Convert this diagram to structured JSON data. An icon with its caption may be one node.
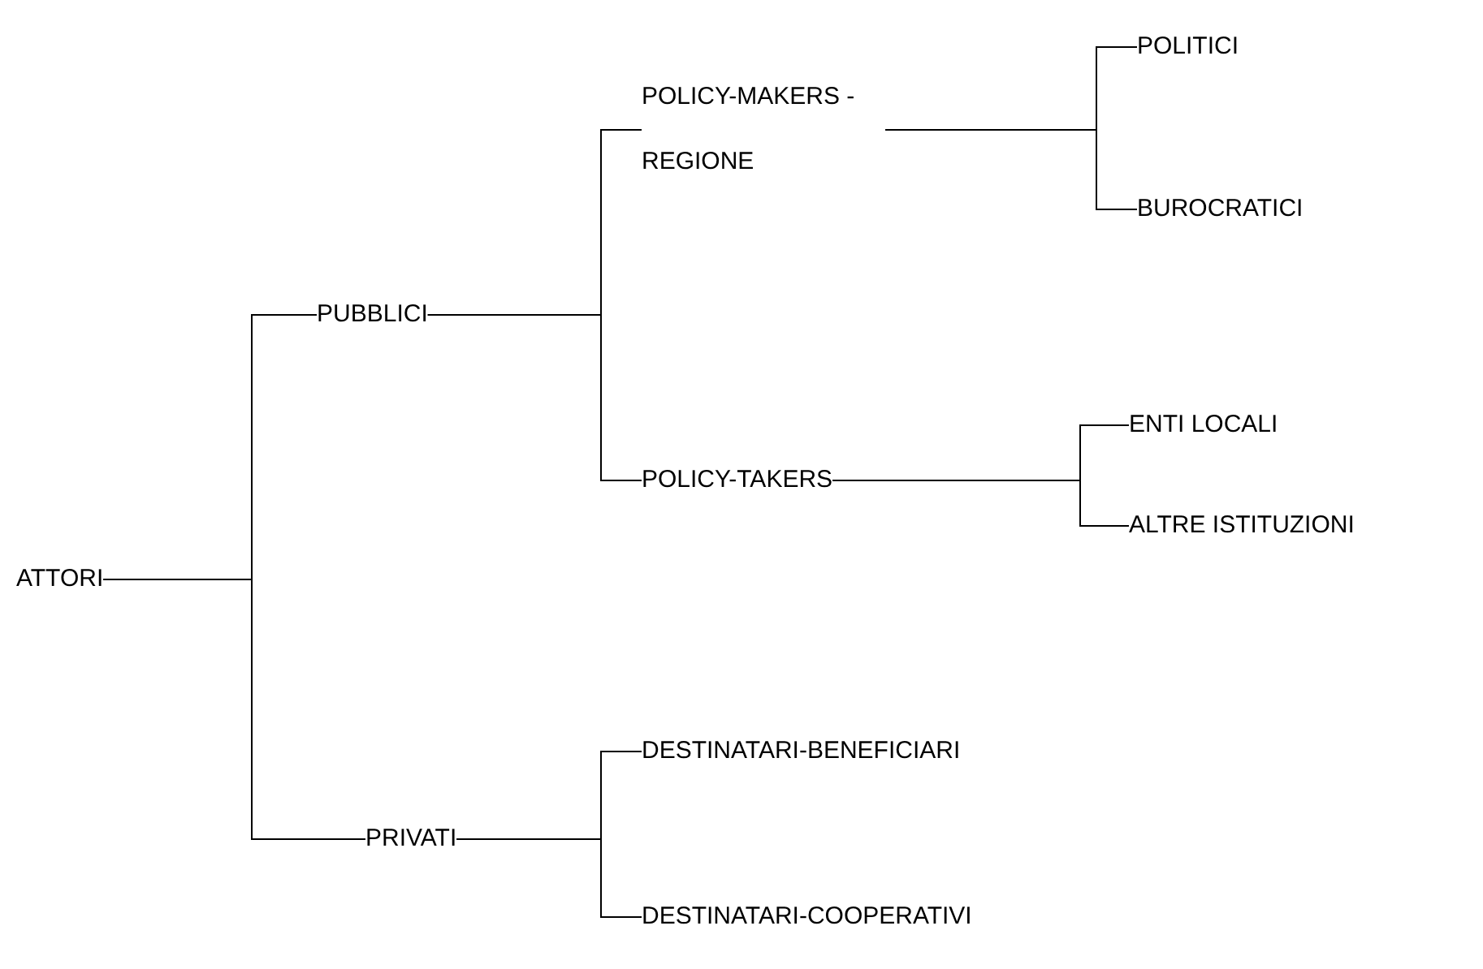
{
  "diagram": {
    "nodes": [
      {
        "text": [
          "ATTORI"
        ]
      },
      {
        "text": [
          "PUBBLICI"
        ]
      },
      {
        "text": [
          "PRIVATI"
        ]
      },
      {
        "text": [
          "POLICY-MAKERS - REGIONE"
        ]
      },
      {
        "text": [
          "POLICY-TAKERS"
        ]
      },
      {
        "text": [
          "POLITICI"
        ]
      },
      {
        "text": [
          "BUROCRATICI"
        ]
      },
      {
        "text": [
          "ENTI LOCALI"
        ]
      },
      {
        "text": [
          "ALTRE ISTITUZIONI"
        ]
      },
      {
        "text": [
          "DESTINATARI-BENEFICIARI"
        ]
      },
      {
        "text": [
          "DESTINATARI-COOPERATIVI"
        ]
      }
    ],
    "edges": [
      {
        "from": 0,
        "to": 1,
        "arrow": "none"
      },
      {
        "from": 0,
        "to": 2,
        "arrow": "none"
      },
      {
        "from": 1,
        "to": 3,
        "arrow": "none"
      },
      {
        "from": 1,
        "to": 4,
        "arrow": "none"
      },
      {
        "from": 3,
        "to": 5,
        "arrow": "none"
      },
      {
        "from": 3,
        "to": 6,
        "arrow": "none"
      },
      {
        "from": 4,
        "to": 7,
        "arrow": "none"
      },
      {
        "from": 4,
        "to": 8,
        "arrow": "none"
      },
      {
        "from": 2,
        "to": 9,
        "arrow": "none"
      },
      {
        "from": 2,
        "to": 10,
        "arrow": "none"
      }
    ]
  }
}
